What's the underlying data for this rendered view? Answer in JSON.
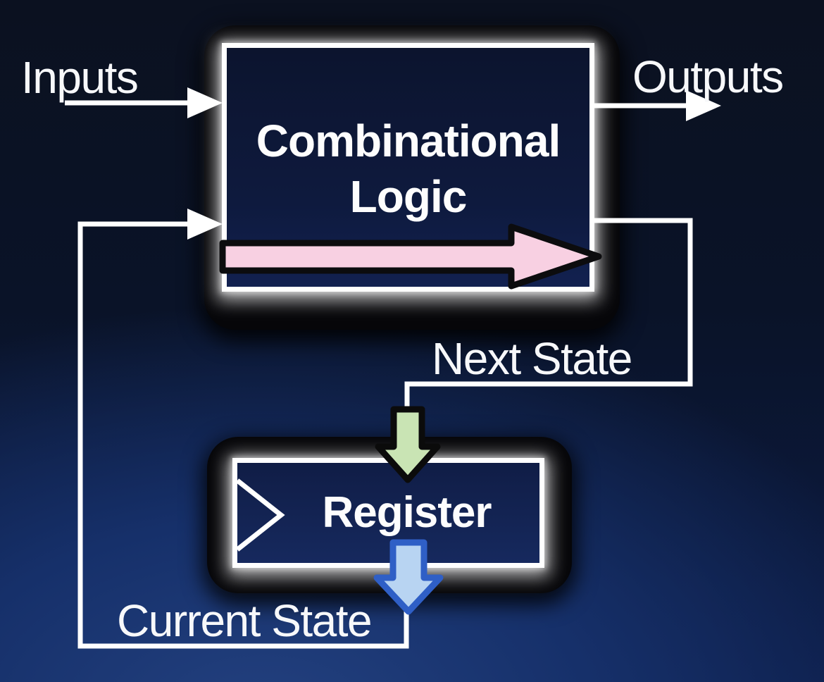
{
  "diagram": {
    "labels": {
      "inputs": "Inputs",
      "outputs": "Outputs",
      "next_state": "Next State",
      "current_state": "Current State"
    },
    "blocks": {
      "combinational_logic": {
        "title_line1": "Combinational",
        "title_line2": "Logic"
      },
      "register": {
        "title": "Register"
      }
    },
    "icons": {
      "clock_input": "clock-edge-triangle-icon",
      "flow_arrows": [
        "pink-flow-arrow-icon",
        "next-state-down-arrow-icon",
        "current-state-down-arrow-icon"
      ]
    },
    "colors": {
      "background_top": "#0b1120",
      "background_bottom": "#234180",
      "block_fill": "#0e1a3e",
      "register_fill": "#16295e",
      "line_white": "#ffffff",
      "pink_arrow_fill": "#f8d0e2",
      "green_arrow_fill": "#c9e4b4",
      "blue_arrow_fill": "#b8d4f2",
      "blue_arrow_stroke": "#2f5fc6",
      "black_outline": "#0c0c0e"
    }
  }
}
